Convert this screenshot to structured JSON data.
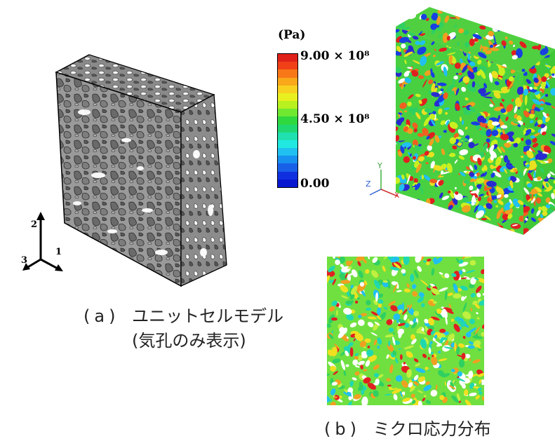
{
  "panel_a": {
    "caption_label": "(a)",
    "caption_line1": "ユニットセルモデル",
    "caption_line2": "(気孔のみ表示)",
    "axes": {
      "up": "2",
      "right": "1",
      "left": "3"
    }
  },
  "panel_b": {
    "caption_label": "(b)",
    "caption_text": "ミクロ応力分布",
    "legend": {
      "unit": "(Pa)",
      "max_label": "9.00 × 10⁸",
      "mid_label": "4.50 × 10⁸",
      "min_label": "0.00",
      "colors_top_to_bottom": [
        "#e0201a",
        "#f04018",
        "#f87818",
        "#f8a818",
        "#f8d020",
        "#e8f020",
        "#b8f020",
        "#70e830",
        "#30d840",
        "#20d870",
        "#20e0b0",
        "#20e8e0",
        "#20c0f0",
        "#1890f0",
        "#1860e8",
        "#1030e0",
        "#0818d0"
      ]
    },
    "triad": {
      "y": "Y",
      "z": "Z",
      "x": "X"
    }
  }
}
